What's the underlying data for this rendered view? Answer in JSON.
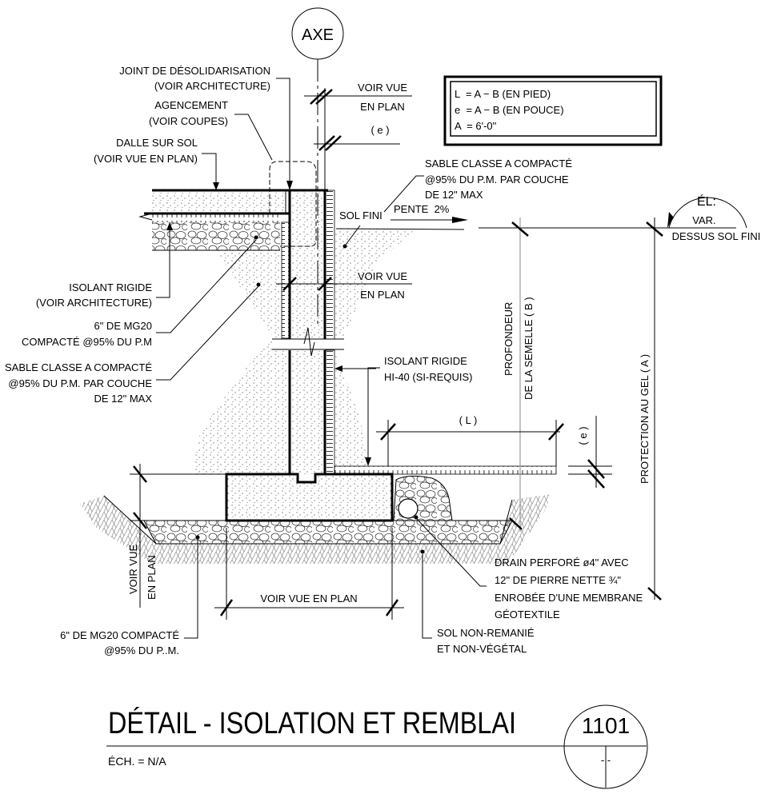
{
  "axis_label": "AXE",
  "labels": {
    "joint_1": "JOINT DE DÉSOLIDARISATION",
    "joint_2": "(VOIR ARCHITECTURE)",
    "agencement_1": "AGENCEMENT",
    "agencement_2": "(VOIR COUPES)",
    "dalle_1": "DALLE SUR SOL",
    "dalle_2": "(VOIR VUE EN PLAN)",
    "voir_vue_top_1": "VOIR VUE",
    "voir_vue_top_2": "EN PLAN",
    "e_top": "( e )",
    "sable_right_1": "SABLE CLASSE A COMPACTÉ",
    "sable_right_2": "@95% DU P.M. PAR COUCHE",
    "sable_right_3": "DE 12\" MAX",
    "sol_fini": "SOL FINI",
    "pente": "PENTE  2%",
    "voir_vue_mid_1": "VOIR VUE",
    "voir_vue_mid_2": "EN PLAN",
    "isolant_left_1": "ISOLANT RIGIDE",
    "isolant_left_2": "(VOIR ARCHITECTURE)",
    "mg20_1": "6\" DE MG20",
    "mg20_2": "COMPACTÉ @95% DU P.M",
    "sable_left_1": "SABLE CLASSE A COMPACTÉ",
    "sable_left_2": "@95% DU P.M. PAR COUCHE",
    "sable_left_3": "DE 12\" MAX",
    "isolant_right_1": "ISOLANT RIGIDE",
    "isolant_right_2": "HI-40 (SI-REQUIS)",
    "profondeur_1": "PROFONDEUR",
    "profondeur_2": "DE LA SEMELLE ( B )",
    "protection": "PROTECTION AU GEL ( A )",
    "L_dim": "( L )",
    "e_dim": "( e )",
    "el_1": "ÉL:",
    "el_2": "VAR.",
    "el_3": "DESSUS SOL FINI",
    "voir_vue_left_1": "VOIR VUE",
    "voir_vue_left_2": "EN PLAN",
    "voir_vue_bottom": "VOIR VUE EN PLAN",
    "mg20_bottom_1": "6\" DE MG20 COMPACTÉ",
    "mg20_bottom_2": "@95% DU P..M.",
    "drain_1": "DRAIN PERFORÉ ø4\" AVEC",
    "drain_2": "12\" DE PIERRE NETTE ¾\"",
    "drain_3": "ENROBÉE D'UNE MEMBRANE",
    "drain_4": "GÉOTEXTILE",
    "sol_non_1": "SOL NON-REMANIÉ",
    "sol_non_2": "ET NON-VÉGÉTAL"
  },
  "legend": {
    "row1": "L  = A − B (EN PIED)",
    "row2": "e  = A − B (EN POUCE)",
    "row3": "A  = 6'-0\""
  },
  "title_block": {
    "title": "DÉTAIL - ISOLATION ET REMBLAI",
    "scale": "ÉCH. = N/A",
    "detail_number": "1101",
    "sheet_ref": "- -"
  }
}
